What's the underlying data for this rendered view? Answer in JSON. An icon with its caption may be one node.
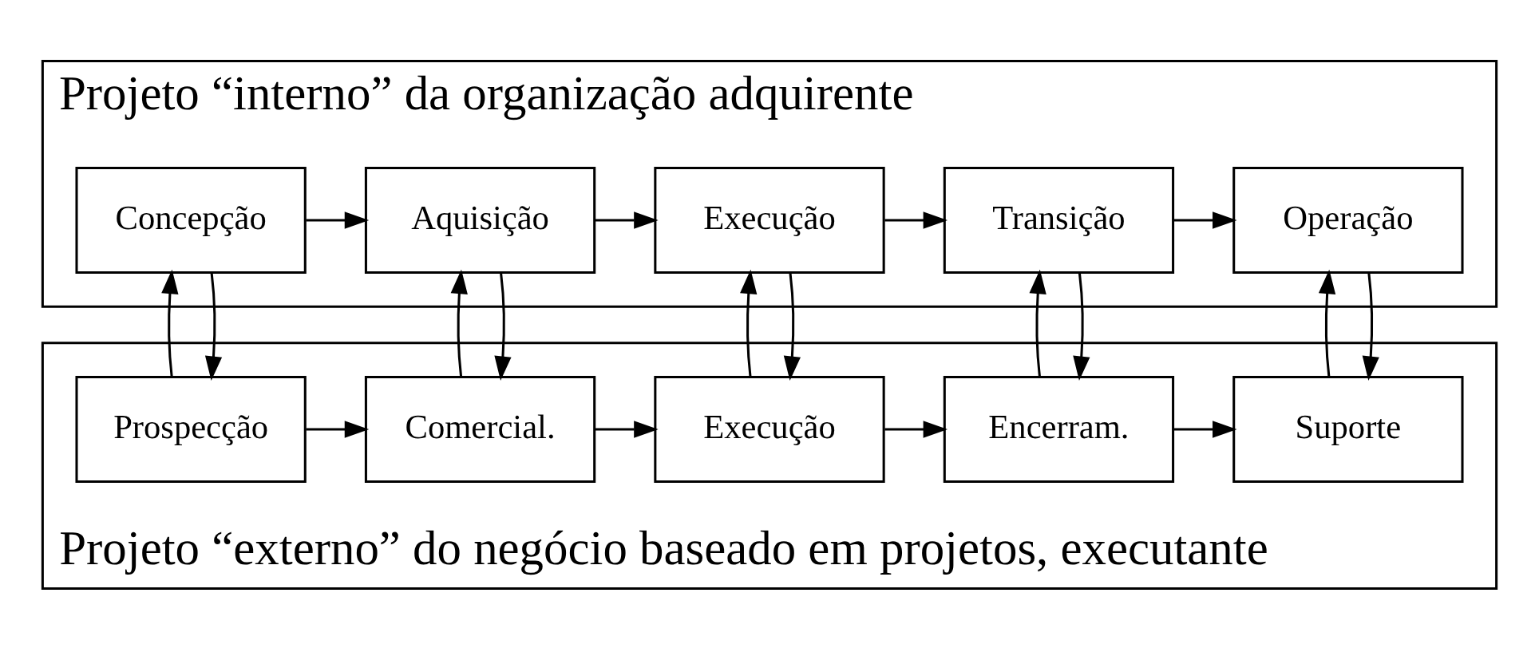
{
  "diagram": {
    "nodes": [
      {
        "text": [
          "Projeto “interno” da organização adquirente"
        ]
      },
      {
        "text": [
          "Concepção"
        ],
        "in": 0
      },
      {
        "text": [
          "Aquisição"
        ],
        "in": 0
      },
      {
        "text": [
          "Execução"
        ],
        "in": 0
      },
      {
        "text": [
          "Transição"
        ],
        "in": 0
      },
      {
        "text": [
          "Operação"
        ],
        "in": 0
      },
      {
        "text": [
          "Projeto “externo” do negócio baseado em projetos, executante"
        ]
      },
      {
        "text": [
          "Prospecção"
        ],
        "in": 6
      },
      {
        "text": [
          "Comercial."
        ],
        "in": 6
      },
      {
        "text": [
          "Execução"
        ],
        "in": 6
      },
      {
        "text": [
          "Encerram."
        ],
        "in": 6
      },
      {
        "text": [
          "Suporte"
        ],
        "in": 6
      }
    ],
    "edges": [
      {
        "from": 1,
        "to": 2,
        "arrow": "to"
      },
      {
        "from": 2,
        "to": 3,
        "arrow": "to"
      },
      {
        "from": 3,
        "to": 4,
        "arrow": "to"
      },
      {
        "from": 4,
        "to": 5,
        "arrow": "to"
      },
      {
        "from": 1,
        "to": 7,
        "arrow": "to"
      },
      {
        "from": 7,
        "to": 1,
        "arrow": "to"
      },
      {
        "from": 2,
        "to": 8,
        "arrow": "to"
      },
      {
        "from": 8,
        "to": 2,
        "arrow": "to"
      },
      {
        "from": 3,
        "to": 9,
        "arrow": "to"
      },
      {
        "from": 9,
        "to": 3,
        "arrow": "to"
      },
      {
        "from": 4,
        "to": 10,
        "arrow": "to"
      },
      {
        "from": 10,
        "to": 4,
        "arrow": "to"
      },
      {
        "from": 5,
        "to": 11,
        "arrow": "to"
      },
      {
        "from": 11,
        "to": 5,
        "arrow": "to"
      },
      {
        "from": 7,
        "to": 8,
        "arrow": "to"
      },
      {
        "from": 8,
        "to": 9,
        "arrow": "to"
      },
      {
        "from": 9,
        "to": 10,
        "arrow": "to"
      },
      {
        "from": 10,
        "to": 11,
        "arrow": "to"
      }
    ]
  }
}
